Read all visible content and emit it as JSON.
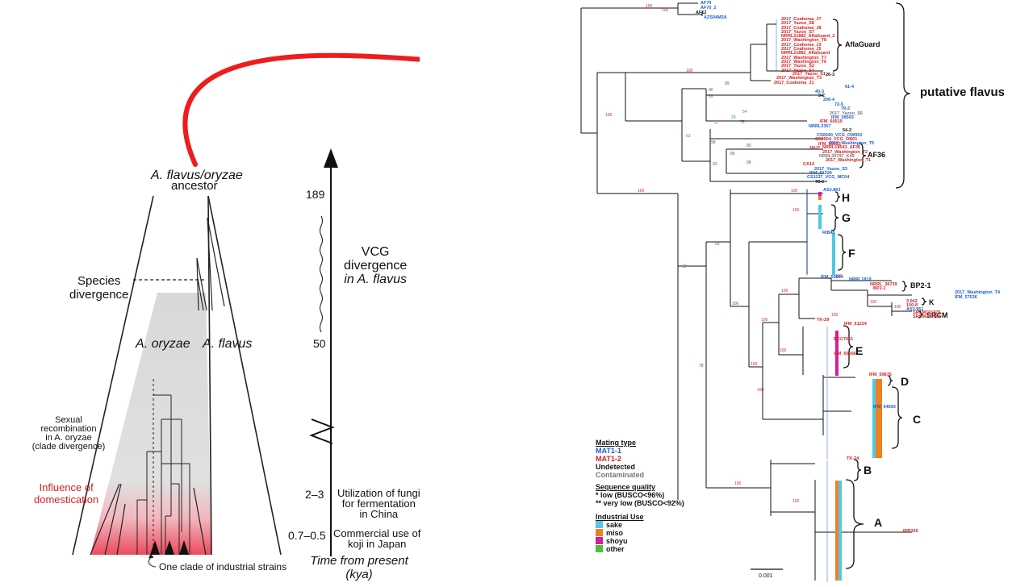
{
  "left_panel": {
    "ancestor_line1": "A. flavus/oryzae",
    "ancestor_line2": "ancestor",
    "species_divergence_line1": "Species",
    "species_divergence_line2": "divergence",
    "oryzae_label": "A. oryzae",
    "flavus_label": "A. flavus",
    "sexual_line1": "Sexual",
    "sexual_line2": "recombination",
    "sexual_line3": "in A. oryzae",
    "sexual_line4": "(clade divergence)",
    "domestication_line1": "Influence of",
    "domestication_line2": "domestication",
    "industrial_label": "One clade of industrial strains",
    "vcg_line1": "VCG",
    "vcg_line2": "divergence",
    "vcg_line3": "in A. flavus",
    "time_axis": {
      "tick_189": "189",
      "tick_50": "50",
      "tick_2_3": "2–3",
      "tick_07_05": "0.7–0.5",
      "event_fermentation_line1": "Utilization of fungi",
      "event_fermentation_line2": "for fermentation",
      "event_fermentation_line3": "in China",
      "event_koji_line1": "Commercial use of",
      "event_koji_line2": "koji in Japan",
      "axis_label_line1": "Time from present",
      "axis_label_line2": "(kya)"
    }
  },
  "tree": {
    "top_leaves": [
      "AF70",
      "AF70_2",
      "AF12",
      "AZS04M2A"
    ],
    "aflaguard_leaves": [
      "2017_Coahoma_J7",
      "2017_Yazoo_S8",
      "2017_Coahoma_J8",
      "2017_Yazoo_S7",
      "NRRL21882_AflaGuard_2",
      "2017_Washington_T8",
      "2017_Coahoma_J3",
      "2017_Coahoma_J5",
      "NRRL21882_AflaGuard",
      "2017_Washington_T7",
      "2017_Washington_T6",
      "2017_Yazoo_S2",
      "2017_Yazoo_S4",
      "26-3"
    ],
    "mid_leaves": [
      "2017_Yazoo_S1",
      "2017_Washington_T3",
      "2017_Coahoma_J1",
      "61-4",
      "40-3",
      "3-2",
      "206-4",
      "72-5",
      "79-2",
      "2017_Yazoo_S6",
      "IFM_58503",
      "IFM_60519",
      "NRRL3357",
      "54-2",
      "CS0540_VCG_OW901",
      "CS0504_VCG_OB01",
      "IFM_55053",
      "JAU2"
    ],
    "af36_leaves": [
      "2017_Washington_T5",
      "NRRL18543_AF36",
      "2017_Washington_T2",
      "NRRL35797_K49",
      "2017_Washington_T1",
      "CA14",
      "2017_Yazoo_S3",
      "IFM_61226",
      "CS1137_VCG_MC04",
      "78-6"
    ],
    "aflaguard_label": "AflaGuard",
    "putative_flavus_label": "putative flavus",
    "af36_label": "AF36",
    "clade_labels": [
      "H",
      "G",
      "F",
      "E",
      "D",
      "C",
      "B",
      "A",
      "K"
    ],
    "bp21_label": "BP2-1",
    "srcm_label": "SRCM",
    "misc_leaves": [
      "AS3.863",
      "RIB40",
      "IFM_59894",
      "NRRL1819",
      "NRRL_36739",
      "BP2-1",
      "2017_Washington_T4",
      "IFM_57536",
      "3.042",
      "100-8",
      "AS3.951",
      "SRCM101975",
      "SRCM101989",
      "TK-29",
      "IFM_61224",
      "IFM_59875",
      "IFM_54693",
      "RIB326",
      "IFM_60666",
      "BCC7051",
      "TK-24"
    ],
    "bootstrap_values": [
      "100",
      "89",
      "54",
      "37",
      "75",
      "62",
      "93",
      "78",
      "100",
      "98",
      "63",
      "86"
    ],
    "scale_bar": "0.001"
  },
  "legend": {
    "mating_title": "Mating type",
    "mat11": "MAT1-1",
    "mat12": "MAT1-2",
    "undetected": "Undetected",
    "contaminated": "Contaminated",
    "quality_title": "Sequence quality",
    "low": "*  low (BUSCO<96%)",
    "very_low": "** very low (BUSCO<92%)",
    "industrial_title": "Industrial Use",
    "uses": [
      "sake",
      "miso",
      "shoyu",
      "other"
    ]
  },
  "colors": {
    "mat11": "#1a5bd6",
    "mat12": "#d42020",
    "contaminated": "#777777",
    "sake": "#4fc9e6",
    "miso": "#f0811d",
    "shoyu": "#d21e9c",
    "other": "#4dbf3a",
    "arrow": "#ee1c1c",
    "bootstrap_red": "#c02a4a",
    "bootstrap_purple": "#8a3aa8",
    "bootstrap_teal": "#2a9a8a"
  }
}
